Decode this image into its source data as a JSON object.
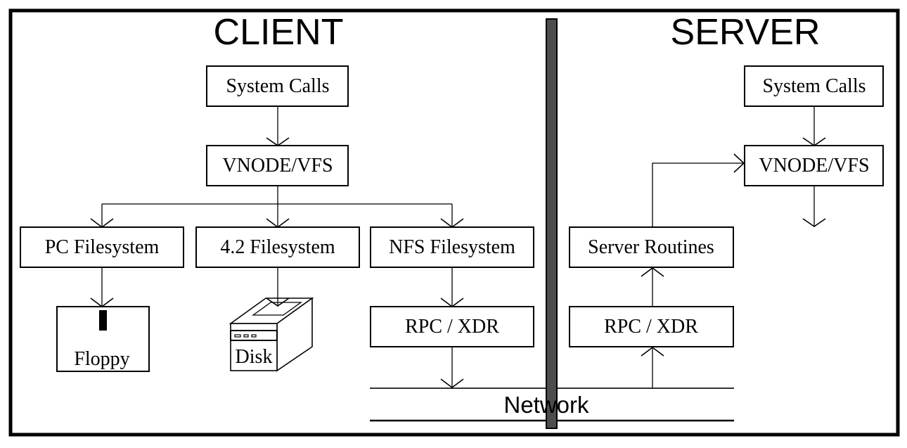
{
  "diagram": {
    "title_client": "CLIENT",
    "title_server": "SERVER",
    "divider_color": "#4d4d4d",
    "network": {
      "label": "Network"
    },
    "client": {
      "system_calls": "System Calls",
      "vnode_vfs": "VNODE/VFS",
      "pc_filesystem": "PC Filesystem",
      "fs42": "4.2 Filesystem",
      "nfs_filesystem": "NFS Filesystem",
      "rpc_xdr": "RPC / XDR",
      "floppy": "Floppy",
      "disk": "Disk"
    },
    "server": {
      "system_calls": "System Calls",
      "vnode_vfs": "VNODE/VFS",
      "server_routines": "Server Routines",
      "rpc_xdr": "RPC / XDR"
    },
    "edges": [
      {
        "from": "client.system_calls",
        "to": "client.vnode_vfs"
      },
      {
        "from": "client.vnode_vfs",
        "to": "client.pc_filesystem"
      },
      {
        "from": "client.vnode_vfs",
        "to": "client.fs42"
      },
      {
        "from": "client.vnode_vfs",
        "to": "client.nfs_filesystem"
      },
      {
        "from": "client.pc_filesystem",
        "to": "client.floppy"
      },
      {
        "from": "client.fs42",
        "to": "client.disk"
      },
      {
        "from": "client.nfs_filesystem",
        "to": "client.rpc_xdr"
      },
      {
        "from": "client.rpc_xdr",
        "to": "network"
      },
      {
        "from": "network",
        "to": "server.rpc_xdr"
      },
      {
        "from": "server.rpc_xdr",
        "to": "server.server_routines"
      },
      {
        "from": "server.server_routines",
        "to": "server.vnode_vfs"
      },
      {
        "from": "server.system_calls",
        "to": "server.vnode_vfs"
      },
      {
        "from": "server.vnode_vfs",
        "to": "below"
      }
    ]
  }
}
